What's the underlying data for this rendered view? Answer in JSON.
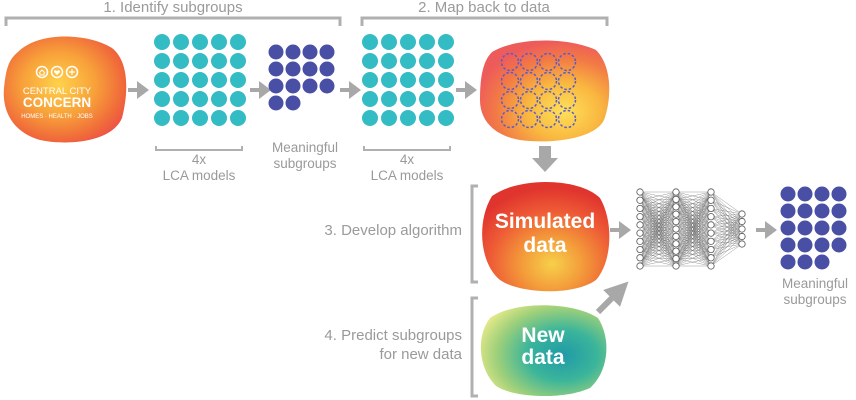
{
  "steps": {
    "step1": "1. Identify subgroups",
    "step2": "2. Map back to data",
    "step3": "3. Develop algorithm",
    "step4_line1": "4. Predict subgroups",
    "step4_line2": "for new data"
  },
  "logo": {
    "line1": "CENTRAL CITY",
    "line2": "CONCERN",
    "tagline": "HOMES · HEALTH · JOBS"
  },
  "labels": {
    "lca1_count": "4x",
    "lca1_name": "LCA models",
    "lca2_count": "4x",
    "lca2_name": "LCA models",
    "meaningful1_line1": "Meaningful",
    "meaningful1_line2": "subgroups",
    "meaningful2_line1": "Meaningful",
    "meaningful2_line2": "subgroups"
  },
  "blobs": {
    "simulated_line1": "Simulated",
    "simulated_line2": "data",
    "new_line1": "New",
    "new_line2": "data"
  },
  "colors": {
    "teal": "#34bcc4",
    "indigo": "#4a4fa6",
    "gray": "#a8a8a8",
    "text_gray": "#9a9a9a"
  },
  "icons": {
    "arrow": "gray-right-arrow",
    "network": "neural-network-icon"
  }
}
